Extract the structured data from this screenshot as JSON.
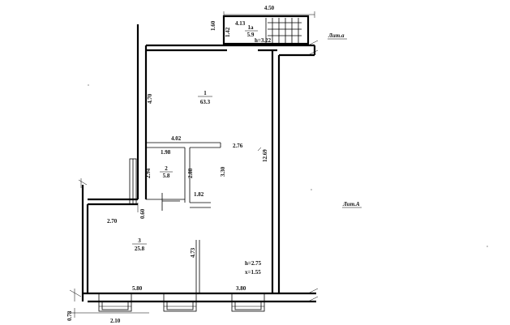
{
  "dimensions": {
    "top_total": "4.50",
    "vert_160": "1.60",
    "corridor_width": "4.13",
    "vert_142": "1.42",
    "left_wall": "4.70",
    "room2_top": "4.02",
    "room2_inner_top": "1.98",
    "room2_left": "2.94",
    "room2_right": "2.88",
    "right_of_room2": "2.76",
    "vertical_330": "3.30",
    "room2_bottom": "1.82",
    "long_right": "12.69",
    "step_060": "0.60",
    "room3_top": "2.70",
    "room3_right": "4.73",
    "bottom_left": "5.80",
    "bottom_right": "3.80",
    "entrance": "2.10",
    "step_078": "0.78"
  },
  "rooms": [
    {
      "number": "1a",
      "area": "5.9"
    },
    {
      "number": "1",
      "area": "63.3"
    },
    {
      "number": "2",
      "area": "5.8"
    },
    {
      "number": "3",
      "area": "25.8"
    }
  ],
  "notes": {
    "height_top": "h=3.22",
    "height_bottom": "h=2.75",
    "x_value": "x=1.55"
  },
  "letters": {
    "top": "Лит.а",
    "main": "Лит.А"
  }
}
